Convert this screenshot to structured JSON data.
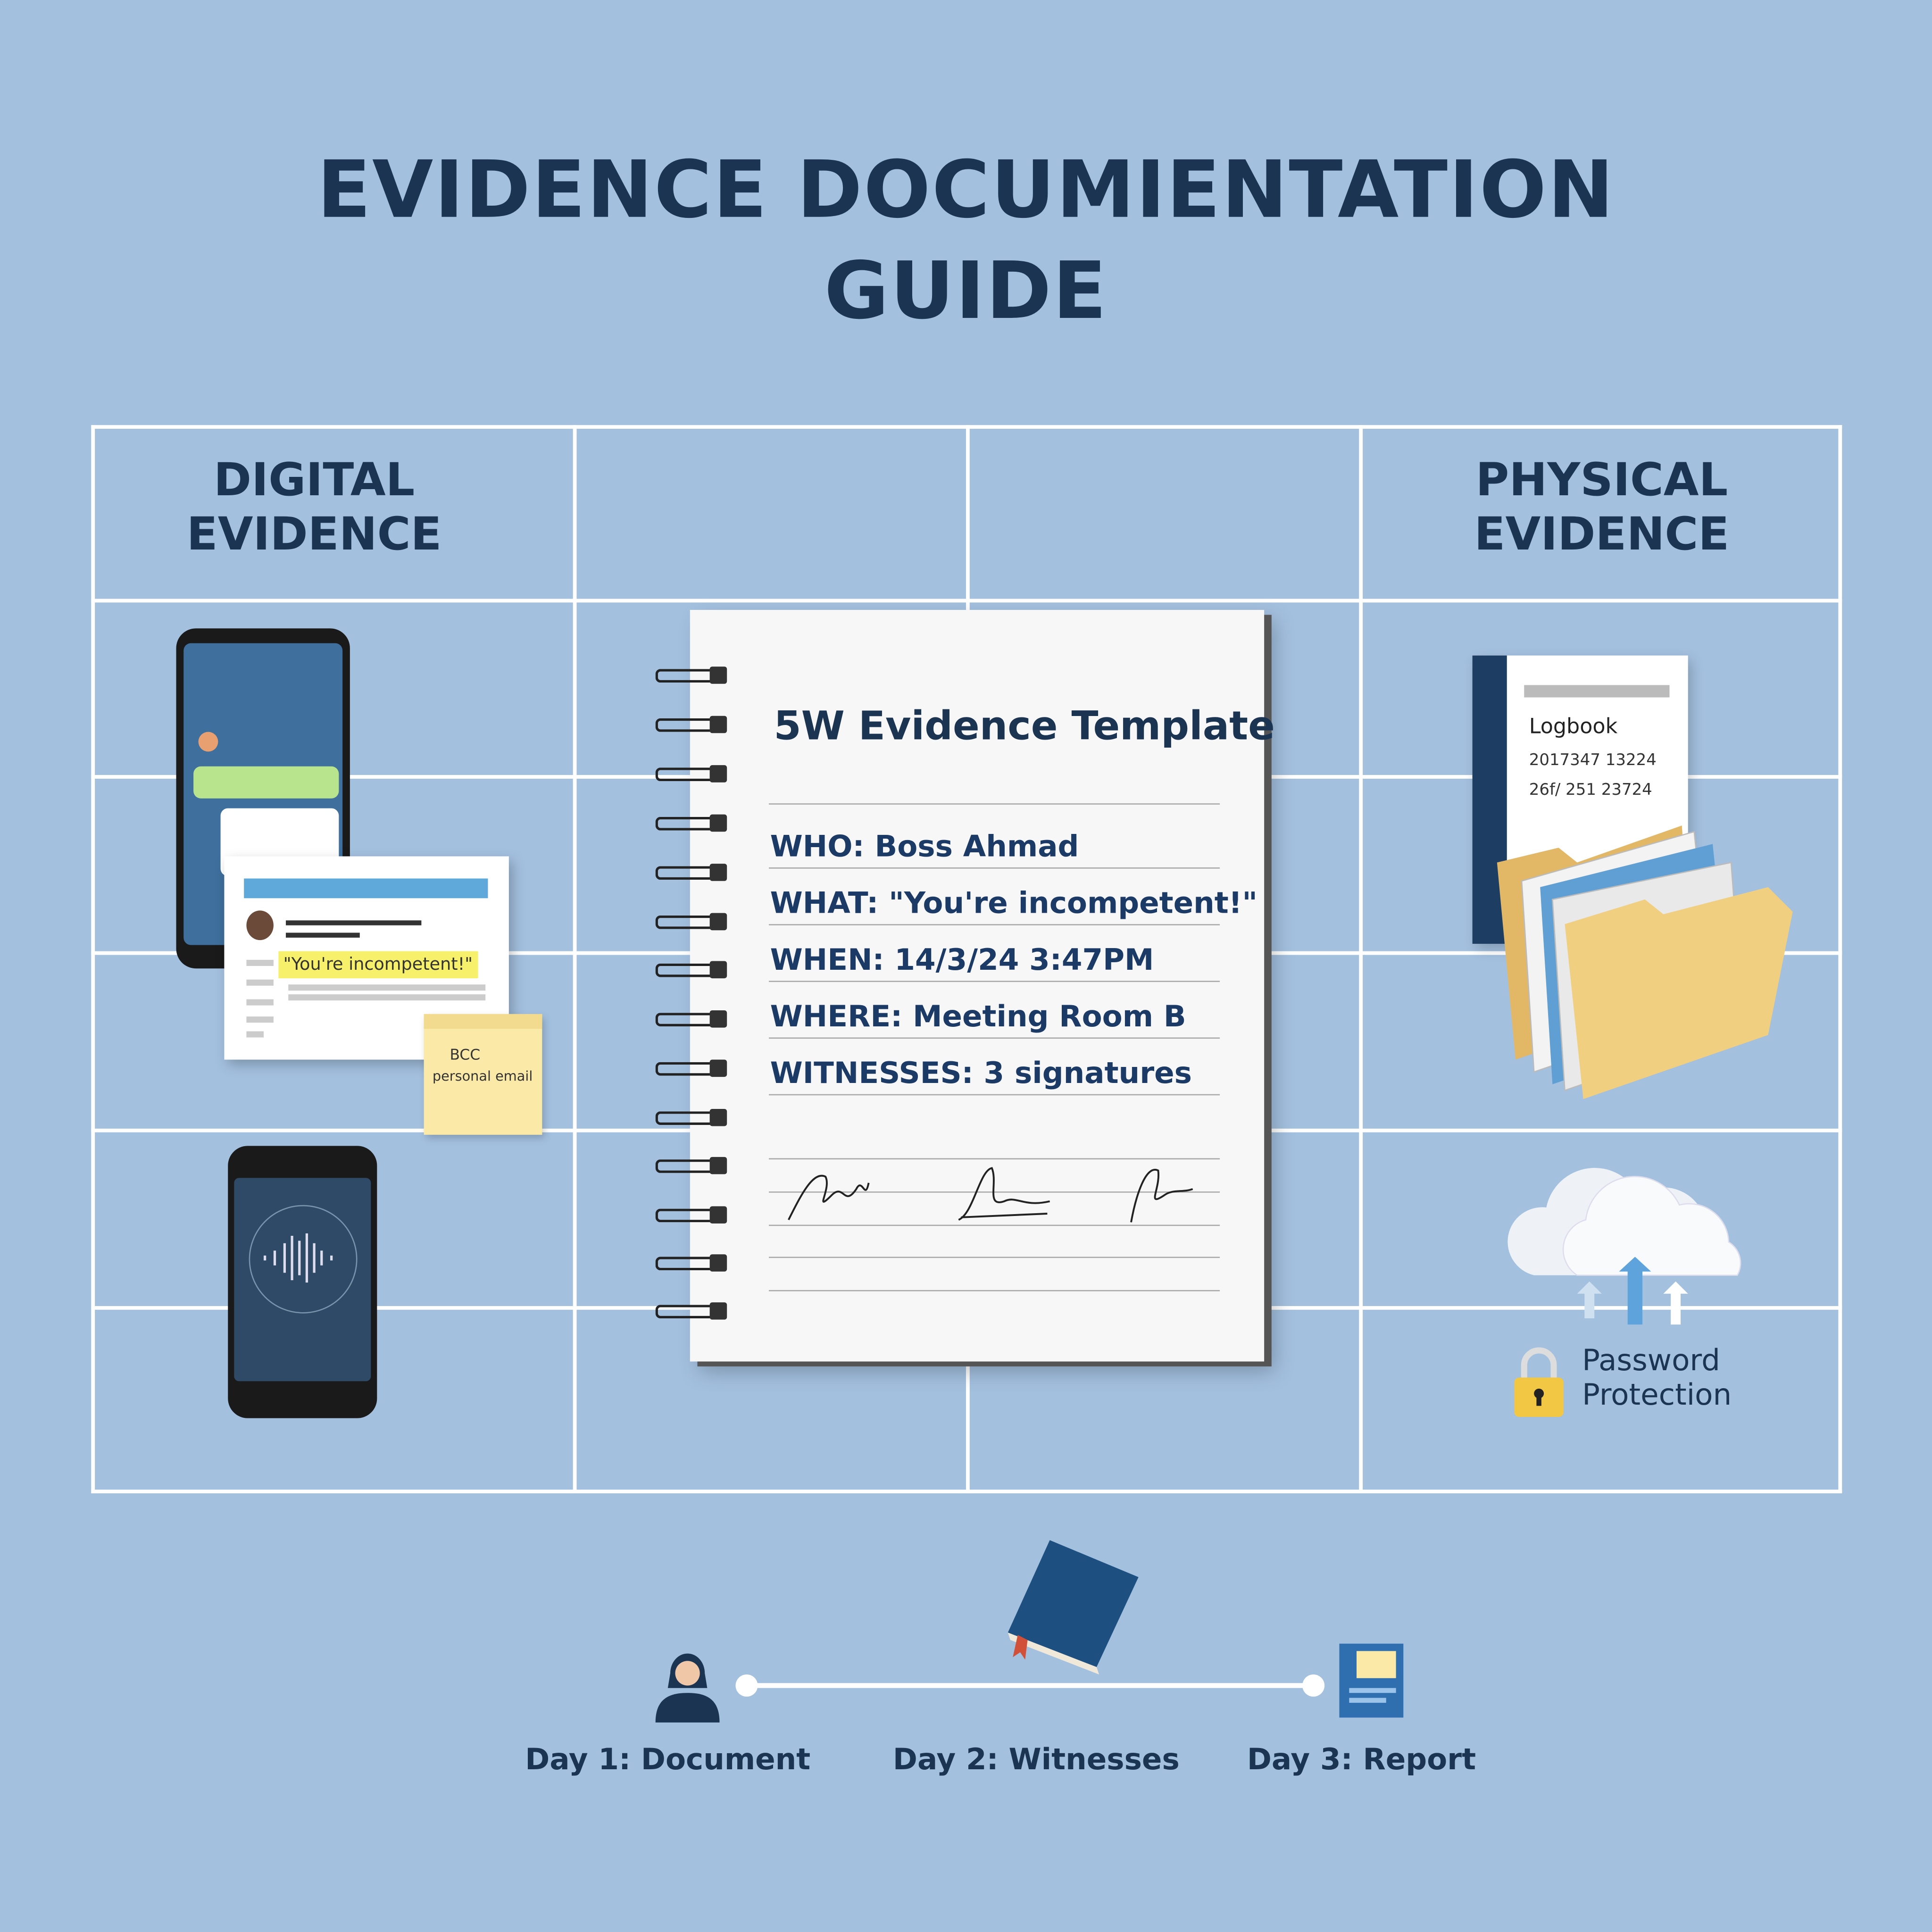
{
  "title": {
    "line1": "EVIDENCE DOCUMIENTATION",
    "line2": "GUIDE"
  },
  "columns": {
    "digital": {
      "line1": "DIGITAL",
      "line2": "EVIDENCE"
    },
    "physical": {
      "line1": "PHYSICAL",
      "line2": "EVIDENCE"
    }
  },
  "notebook": {
    "title": "5W Evidence Template",
    "rows": [
      "WHO: Boss Ahmad",
      "WHAT: \"You're incompetent!\"",
      "WHEN: 14/3/24 3:47PM",
      "WHERE: Meeting Room B",
      "WITNESSES: 3 signatures"
    ]
  },
  "email_card": {
    "highlight": "\"You're incompetent!\""
  },
  "sticky_note": {
    "line1": "BCC",
    "line2": "personal email"
  },
  "logbook": {
    "title": "Logbook",
    "line1": "2017347 13224",
    "line2": "26f/ 251 23724"
  },
  "cloud": {
    "label_line1": "Password",
    "label_line2": "Protection"
  },
  "timeline": [
    "Day 1: Document",
    "Day 2: Witnesses",
    "Day 3: Report"
  ],
  "colors": {
    "background": "#a3c0df",
    "navy": "#1b3452",
    "highlight": "#f7f06a",
    "folder": "#e9c47a"
  }
}
